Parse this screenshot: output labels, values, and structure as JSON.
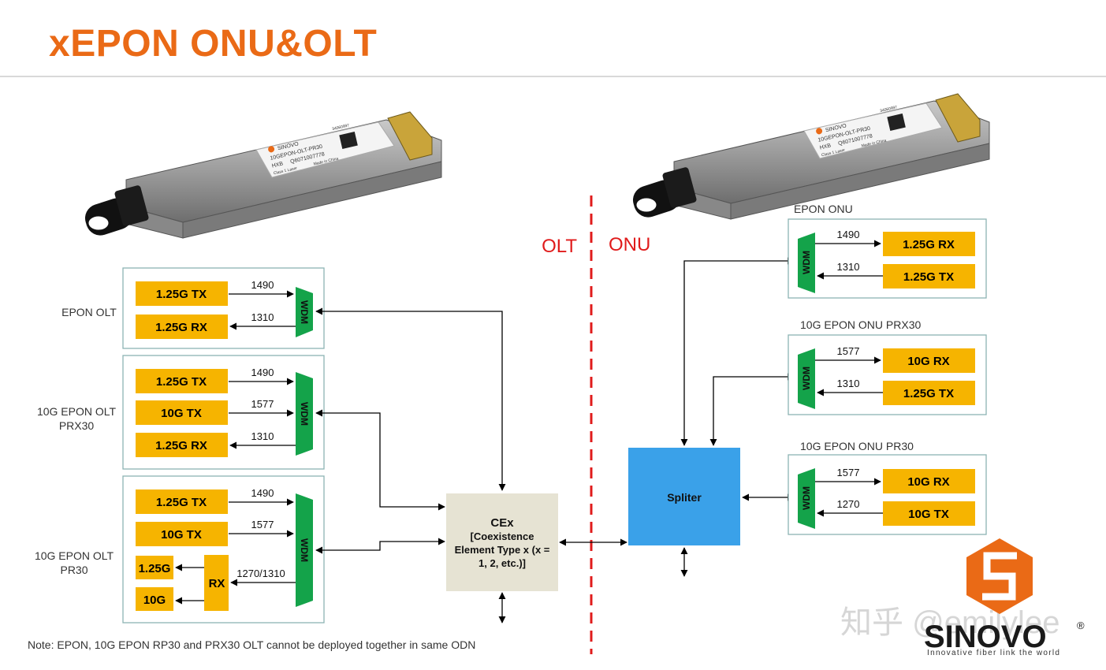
{
  "page": {
    "title": "xEPON ONU&OLT"
  },
  "divider": {
    "left_label": "OLT",
    "right_label": "ONU"
  },
  "olt_blocks": {
    "epon_olt": {
      "label": "EPON OLT",
      "tx": "1.25G TX",
      "rx": "1.25G RX",
      "wdm": "WDM",
      "tx_wl": "1490",
      "rx_wl": "1310"
    },
    "prx30": {
      "label_line1": "10G EPON OLT",
      "label_line2": "PRX30",
      "tx1": "1.25G TX",
      "tx2": "10G TX",
      "rx": "1.25G RX",
      "wdm": "WDM",
      "wl1": "1490",
      "wl2": "1577",
      "wl3": "1310"
    },
    "pr30": {
      "label_line1": "10G EPON OLT",
      "label_line2": "PR30",
      "tx1": "1.25G TX",
      "tx2": "10G TX",
      "out1": "1.25G",
      "out2": "10G",
      "rx": "RX",
      "wdm": "WDM",
      "wl1": "1490",
      "wl2": "1577",
      "wl3": "1270/1310"
    }
  },
  "cex": {
    "line1": "CEx",
    "line2": "[Coexistence",
    "line3": "Element Type x (x =",
    "line4": "1, 2, etc.)]"
  },
  "splitter": {
    "label": "Spliter"
  },
  "onu_blocks": {
    "epon_onu": {
      "label": "EPON ONU",
      "rx": "1.25G RX",
      "tx": "1.25G TX",
      "wdm": "WDM",
      "rx_wl": "1490",
      "tx_wl": "1310"
    },
    "prx30": {
      "label": "10G EPON ONU PRX30",
      "rx": "10G RX",
      "tx": "1.25G TX",
      "wdm": "WDM",
      "rx_wl": "1577",
      "tx_wl": "1310"
    },
    "pr30": {
      "label": "10G EPON ONU PR30",
      "rx": "10G RX",
      "tx": "10G TX",
      "wdm": "WDM",
      "rx_wl": "1577",
      "tx_wl": "1270"
    }
  },
  "modules": {
    "left": {
      "brand": "SINOVO",
      "model": "10GEPON-OLT-PR30",
      "hxb": "HXB",
      "serial": "Q6071007778",
      "class": "Class 1 Laser",
      "made": "Made in China",
      "code": "34060997"
    },
    "right": {
      "brand": "SINOVO",
      "model": "10GEPON-OLT-PR30",
      "hxb": "HXB",
      "serial": "Q6071007778",
      "class": "Class 1 Laser",
      "made": "Made in China",
      "code": "34060997"
    }
  },
  "note": "Note: EPON, 10G EPON RP30 and PRX30 OLT cannot be deployed together in same ODN",
  "watermark": "知乎 @emilylee",
  "logo": {
    "brand": "SINOVO",
    "registered": "®",
    "tagline": "Innovative fiber link the world"
  },
  "colors": {
    "title": "#ea6a16",
    "box": "#f6b400",
    "wdm": "#14a34a",
    "cex": "#e6e3d3",
    "splitter": "#3aa1e9",
    "divider": "#e01b1b",
    "frame": "#8db3b3"
  }
}
